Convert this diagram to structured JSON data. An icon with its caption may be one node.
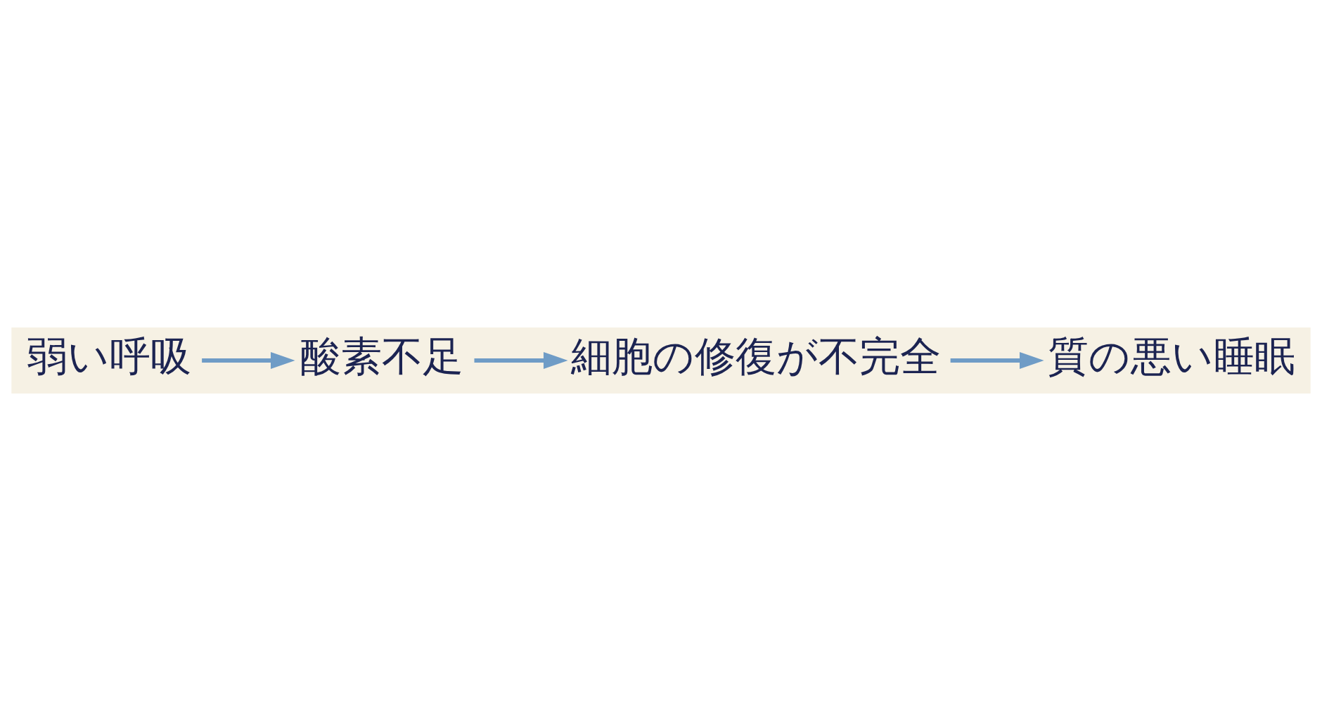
{
  "diagram": {
    "nodes": [
      {
        "text": [
          "弱い呼吸"
        ]
      },
      {
        "text": [
          "酸素不足"
        ]
      },
      {
        "text": [
          "細胞の修復が不完全"
        ]
      },
      {
        "text": [
          "質の悪い睡眠"
        ]
      }
    ],
    "edges": [
      {
        "from": 0,
        "to": 1,
        "arrow": "to"
      },
      {
        "from": 1,
        "to": 2,
        "arrow": "to"
      },
      {
        "from": 2,
        "to": 3,
        "arrow": "to"
      }
    ]
  }
}
